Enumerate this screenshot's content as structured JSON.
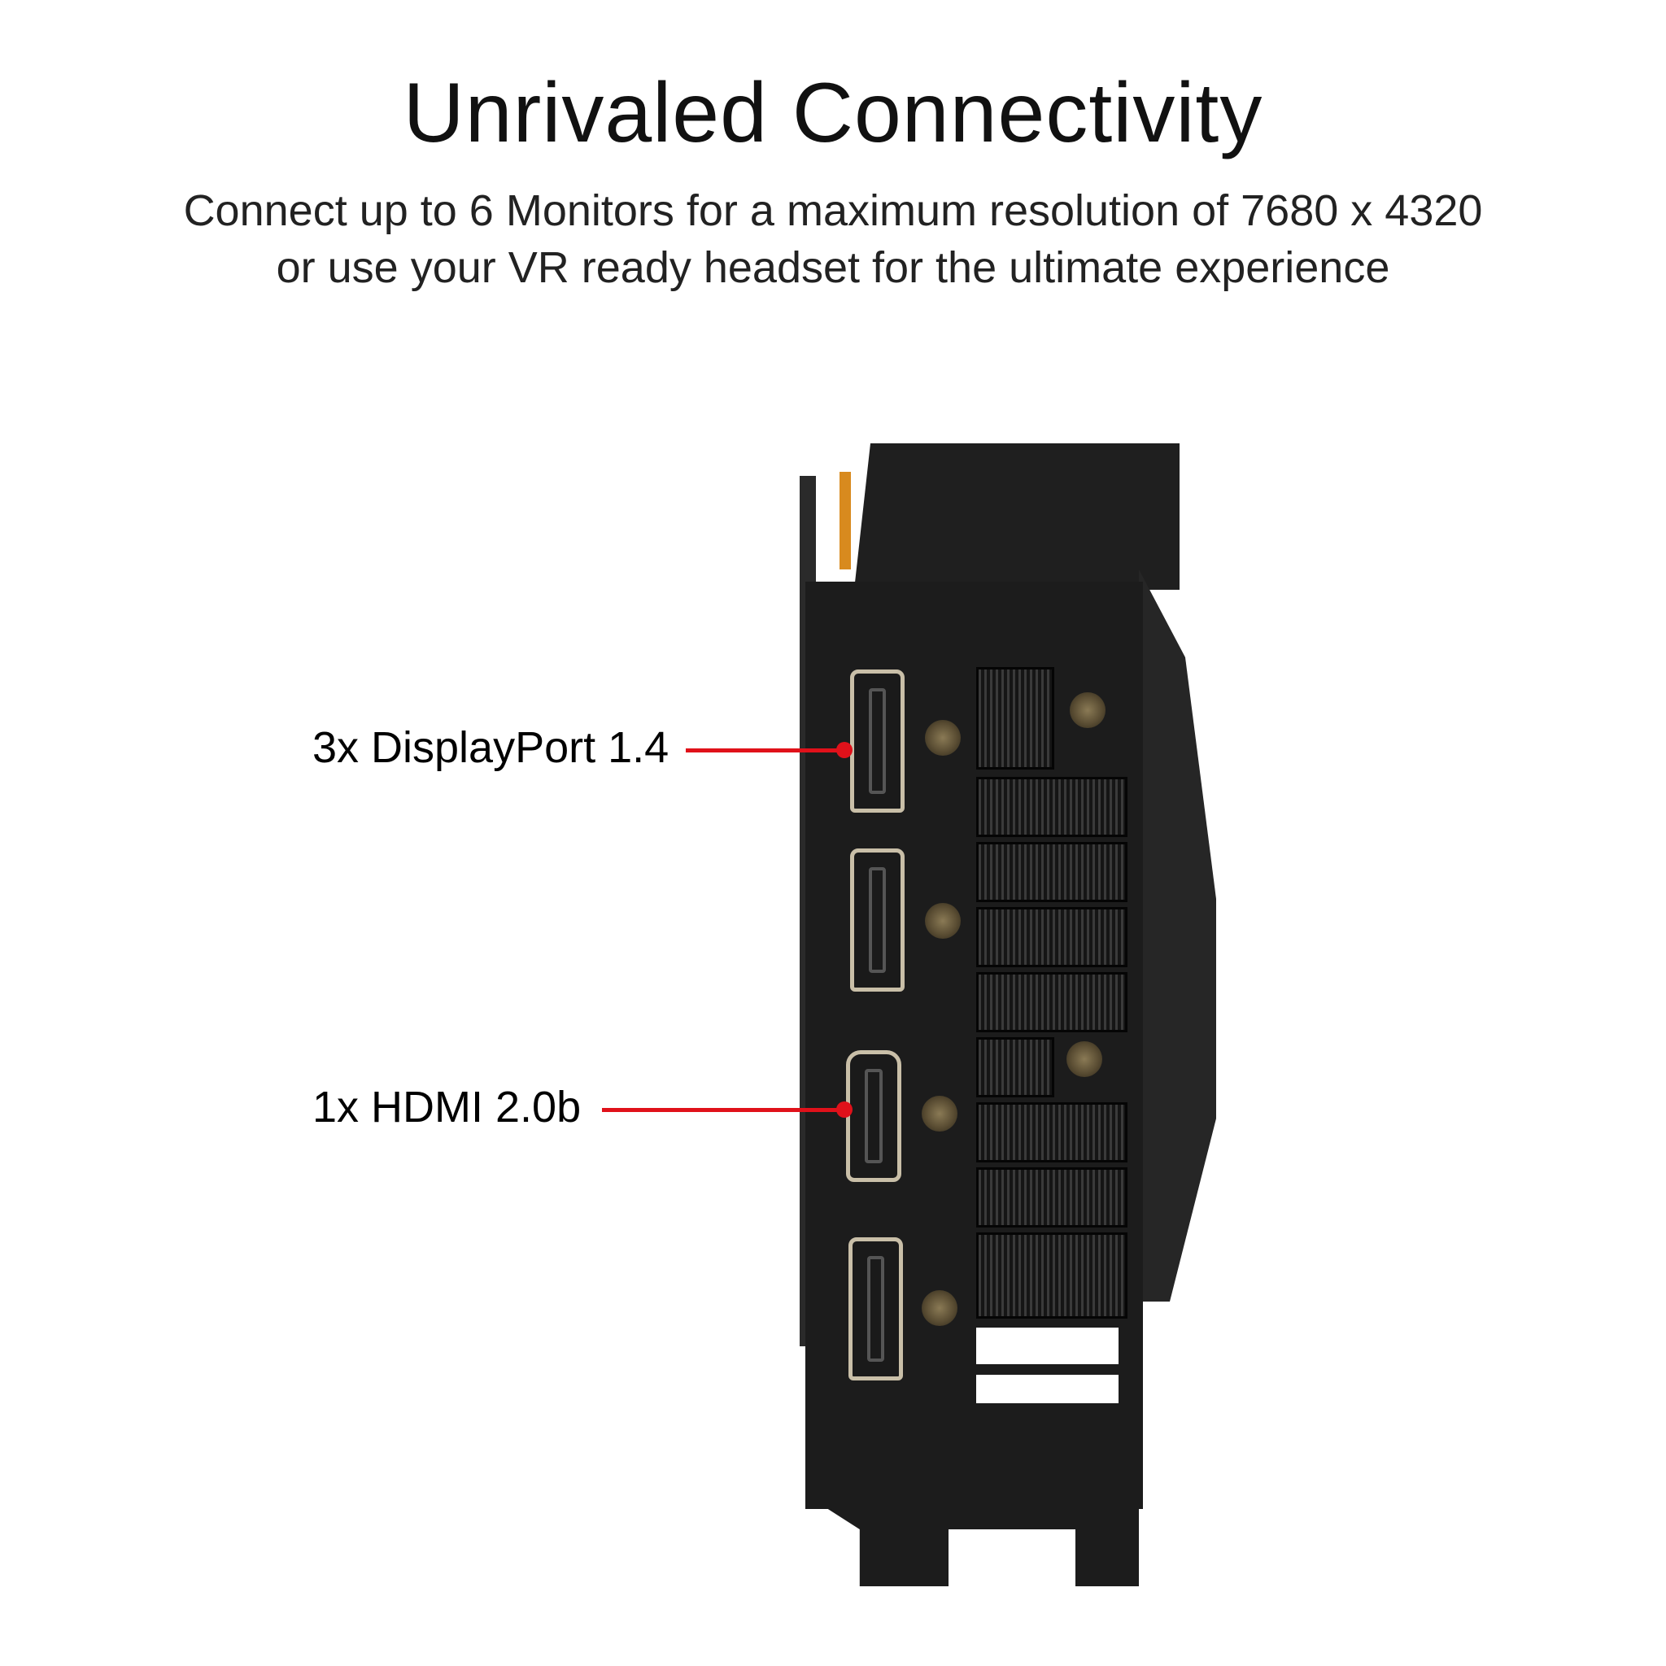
{
  "title": "Unrivaled Connectivity",
  "subtitle": {
    "line1": "Connect up to 6 Monitors for a maximum resolution of 7680 x 4320",
    "line2": "or use your VR ready headset for the ultimate experience"
  },
  "callouts": [
    {
      "label": "3x DisplayPort 1.4"
    },
    {
      "label": "1x HDMI 2.0b"
    }
  ],
  "colors": {
    "accent": "#e0111a",
    "bracket": "#1c1c1c"
  }
}
